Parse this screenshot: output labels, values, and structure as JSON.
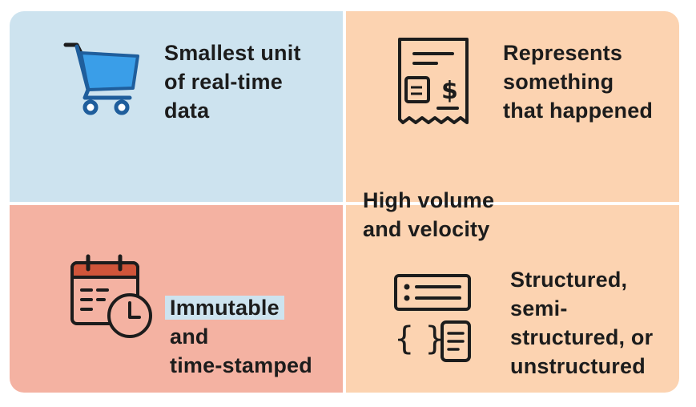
{
  "tiles": [
    {
      "label": "Smallest unit\nof real-time\ndata",
      "icon": "shopping-cart-icon",
      "color": "#cde3ef"
    },
    {
      "label": "Represents\nsomething\nthat happened",
      "icon": "receipt-dollar-icon",
      "color": "#fcd3b1"
    },
    {
      "label": "High volume\nand velocity",
      "icon": "",
      "color": "#fcd3b1"
    },
    {
      "label_highlight": "Immutable",
      "label_rest": "and\ntime-stamped",
      "icon": "calendar-clock-icon",
      "color": "#f4b2a2"
    },
    {
      "label": "Structured,\nsemi-\nstructured, or\nunstructured",
      "icon": "structured-data-icon",
      "color": "#fcd3b1"
    }
  ],
  "colors": {
    "blue_tile": "#cde3ef",
    "orange_tile": "#fcd3b1",
    "red_tile": "#f4b2a2",
    "cart_blue": "#3a9ee8",
    "calendar_red": "#d0553a"
  }
}
